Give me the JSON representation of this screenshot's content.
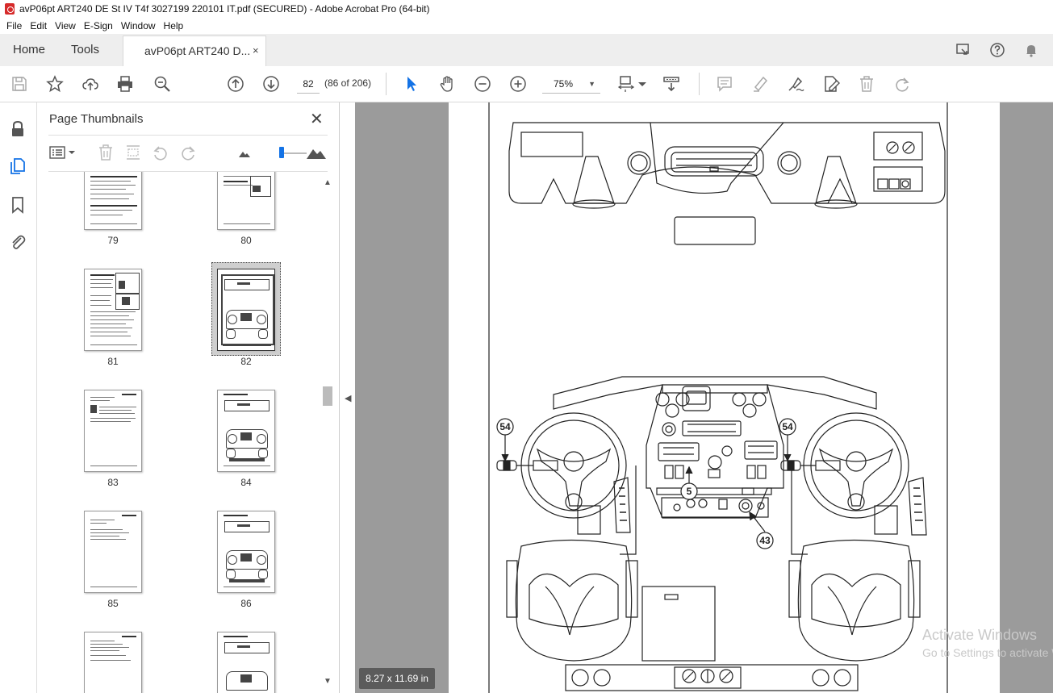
{
  "window": {
    "title": "avP06pt ART240 DE St IV T4f 3027199 220101 IT.pdf (SECURED) - Adobe Acrobat Pro (64-bit)"
  },
  "menu": [
    "File",
    "Edit",
    "View",
    "E-Sign",
    "Window",
    "Help"
  ],
  "tabs": {
    "home": "Home",
    "tools": "Tools",
    "document": "avP06pt ART240 D...",
    "close": "×"
  },
  "toolbar": {
    "current_page": "82",
    "page_count": "(86 of 206)",
    "zoom": "75%",
    "zoom_caret": "▼"
  },
  "thumbnails": {
    "panel_title": "Page Thumbnails",
    "close": "✕",
    "items": [
      {
        "label": "79"
      },
      {
        "label": "80"
      },
      {
        "label": "81"
      },
      {
        "label": "82",
        "selected": true
      },
      {
        "label": "83"
      },
      {
        "label": "84"
      },
      {
        "label": "85"
      },
      {
        "label": "86"
      },
      {
        "label": ""
      },
      {
        "label": ""
      }
    ]
  },
  "drawing": {
    "callouts": [
      "54",
      "54",
      "5",
      "43"
    ]
  },
  "status": {
    "page_size": "8.27 x 11.69 in"
  },
  "watermark": {
    "line1": "Activate Windows",
    "line2": "Go to Settings to activate Windows."
  },
  "colors": {
    "accent": "#1473e6",
    "canvas": "#9b9b9b",
    "acrobat_red": "#d62a2a"
  }
}
